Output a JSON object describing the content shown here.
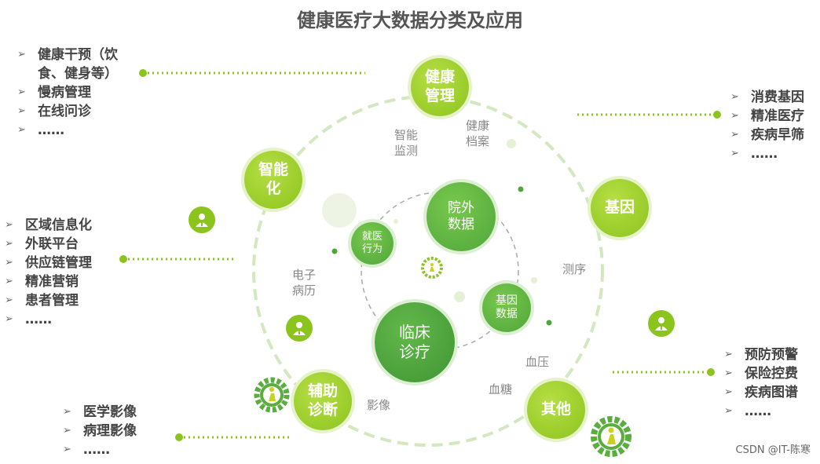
{
  "title": "健康医疗大数据分类及应用",
  "outer_nodes": {
    "health_mgmt": "健康\n管理",
    "intelligent": "智能\n化",
    "gene": "基因",
    "aux_diag": "辅助\n诊断",
    "other": "其他"
  },
  "inner_nodes": {
    "outside": "院外\n数据",
    "visit": "就医\n行为",
    "clinical": "临床\n诊疗",
    "gene_data": "基因\n数据"
  },
  "labels": {
    "smart_monitor": "智能\n监测",
    "health_file": "健康\n档案",
    "emr": "电子\n病历",
    "sequencing": "测序",
    "blood_pressure": "血压",
    "blood_sugar": "血糖",
    "imaging": "影像"
  },
  "lists": {
    "top_left": [
      "健康干预（饮\n食、健身等）",
      "慢病管理",
      "在线问诊",
      "……"
    ],
    "top_right": [
      "消费基因",
      "精准医疗",
      "疾病早筛",
      "……"
    ],
    "mid_left": [
      "区域信息化",
      "外联平台",
      "供应链管理",
      "精准营销",
      "患者管理",
      "……"
    ],
    "bottom_right": [
      "预防预警",
      "保险控费",
      "疾病图谱",
      "……"
    ],
    "bottom_left": [
      "医学影像",
      "病理影像",
      "……"
    ]
  },
  "bullet_glyph": "➢",
  "watermark": "CSDN @IT-陈寒",
  "colors": {
    "outer_node": "#9ccf2a",
    "inner_node": "#5aad3f",
    "dotted_line": "#8cc41e",
    "ring": "#cfe6b8",
    "text": "#444444"
  },
  "icons": [
    "person-badge-icon",
    "gear-person-icon"
  ]
}
